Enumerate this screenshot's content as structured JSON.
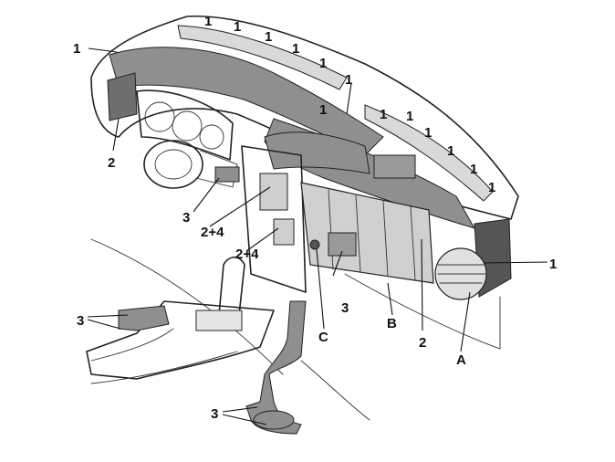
{
  "colors": {
    "background": "#ffffff",
    "line": "#222222",
    "duct_fill": "#8f8f8f",
    "duct_dark": "#6e6e6e",
    "panel_light": "#f2f2f2",
    "panel_mid": "#d9d9d9"
  },
  "callouts": {
    "c1_top_left": "1",
    "c1_a": "1",
    "c1_b": "1",
    "c1_c": "1",
    "c1_d": "1",
    "c1_e": "1",
    "c1_f": "1",
    "c1_g": "1",
    "c1_h": "1",
    "c1_i": "1",
    "c1_j": "1",
    "c1_k": "1",
    "c1_l": "1",
    "c1_m": "1",
    "c1_right": "1",
    "c2_left": "2",
    "c2_bottom": "2",
    "c3_left": "3",
    "c3_mid": "3",
    "c3_console": "3",
    "c3_floor": "3",
    "c24_a": "2+4",
    "c24_b": "2+4",
    "cA": "A",
    "cB": "B",
    "cC": "C"
  }
}
